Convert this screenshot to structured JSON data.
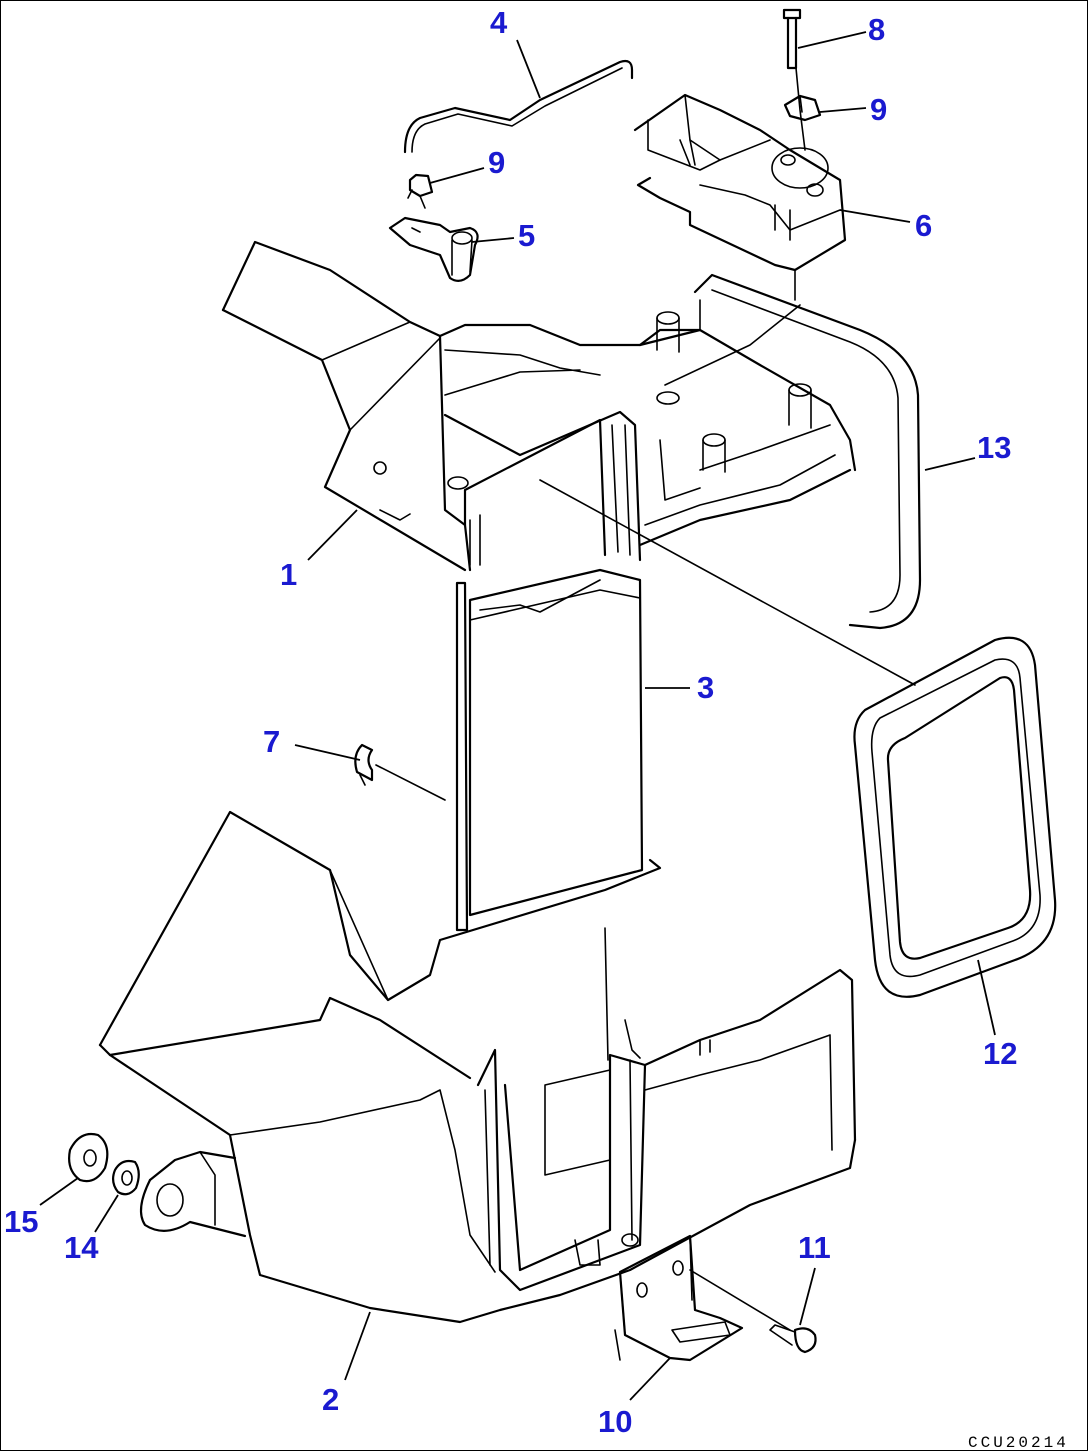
{
  "colors": {
    "callout": "#1a1ad0",
    "line": "#000000",
    "background": "#ffffff"
  },
  "callouts": [
    {
      "key": "c1",
      "label": "1"
    },
    {
      "key": "c2",
      "label": "2"
    },
    {
      "key": "c3",
      "label": "3"
    },
    {
      "key": "c4",
      "label": "4"
    },
    {
      "key": "c5",
      "label": "5"
    },
    {
      "key": "c6",
      "label": "6"
    },
    {
      "key": "c7",
      "label": "7"
    },
    {
      "key": "c8",
      "label": "8"
    },
    {
      "key": "c9a",
      "label": "9"
    },
    {
      "key": "c9b",
      "label": "9"
    },
    {
      "key": "c10",
      "label": "10"
    },
    {
      "key": "c11",
      "label": "11"
    },
    {
      "key": "c12",
      "label": "12"
    },
    {
      "key": "c13",
      "label": "13"
    },
    {
      "key": "c14",
      "label": "14"
    },
    {
      "key": "c15",
      "label": "15"
    }
  ],
  "drawing_code": "CCU20214"
}
